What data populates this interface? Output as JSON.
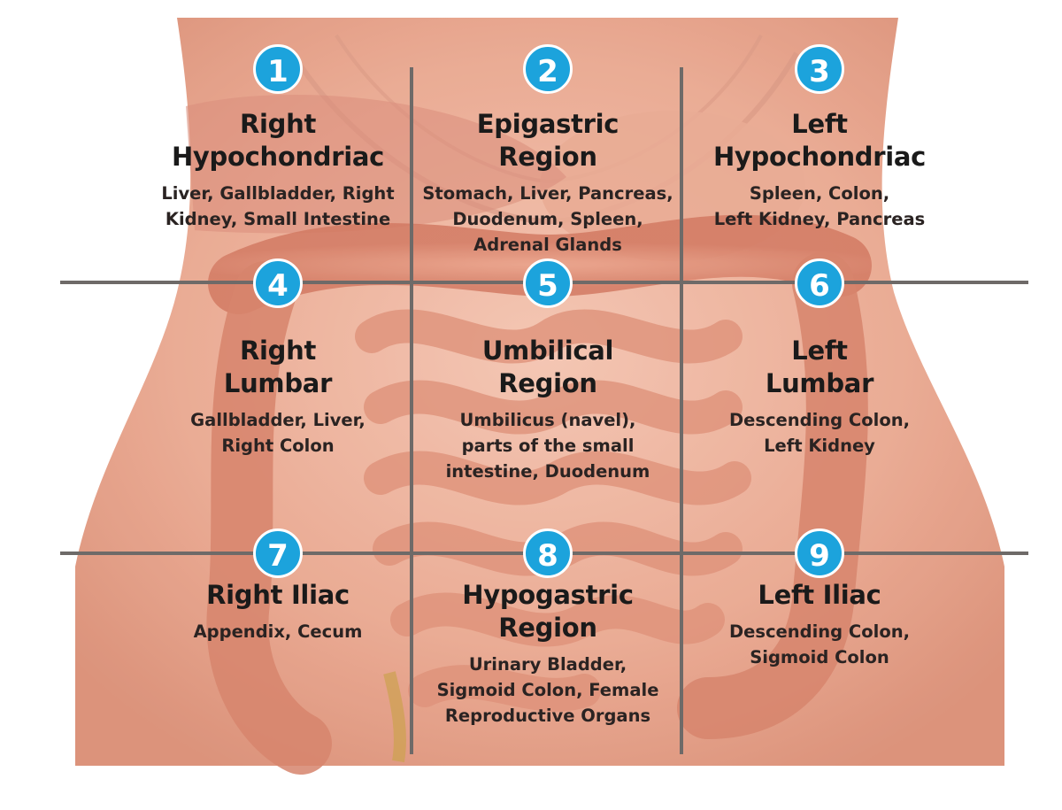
{
  "regions": [
    {
      "number": "1",
      "title": "Right\nHypochondriac",
      "organs": "Liver, Gallbladder, Right\nKidney, Small Intestine"
    },
    {
      "number": "2",
      "title": "Epigastric\nRegion",
      "organs": "Stomach, Liver, Pancreas,\nDuodenum, Spleen,\nAdrenal Glands"
    },
    {
      "number": "3",
      "title": "Left\nHypochondriac",
      "organs": "Spleen, Colon,\nLeft Kidney, Pancreas"
    },
    {
      "number": "4",
      "title": "Right\nLumbar",
      "organs": "Gallbladder, Liver,\nRight Colon"
    },
    {
      "number": "5",
      "title": "Umbilical\nRegion",
      "organs": "Umbilicus (navel),\nparts of the small\nintestine, Duodenum"
    },
    {
      "number": "6",
      "title": "Left\nLumbar",
      "organs": "Descending Colon,\nLeft Kidney"
    },
    {
      "number": "7",
      "title": "Right Iliac",
      "organs": "Appendix, Cecum"
    },
    {
      "number": "8",
      "title": "Hypogastric\nRegion",
      "organs": "Urinary Bladder,\nSigmoid Colon, Female\nReproductive Organs"
    },
    {
      "number": "9",
      "title": "Left Iliac",
      "organs": "Descending Colon,\nSigmoid Colon"
    }
  ],
  "colors": {
    "badge": "#1ca3dc",
    "skin": "#e9a58c",
    "intestine": "#d8785e",
    "divider": "#6e6a68"
  }
}
